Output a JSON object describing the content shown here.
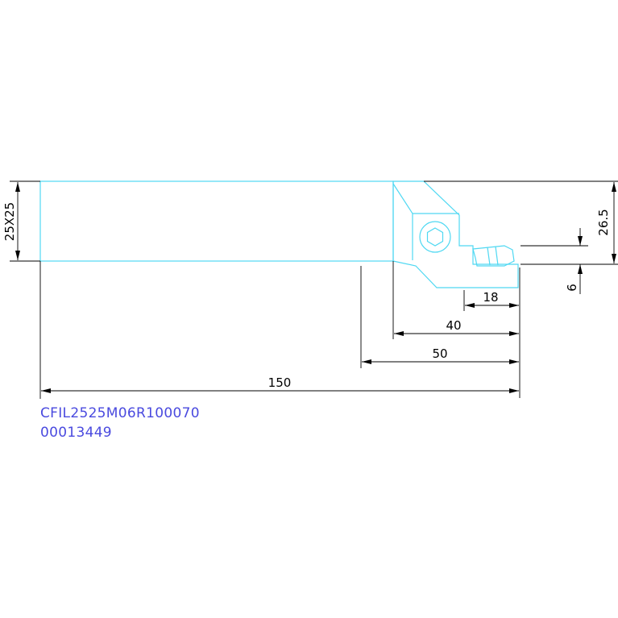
{
  "drawing": {
    "dimensions": {
      "shank_section": "25X25",
      "overall_height": "26.5",
      "cutting_width": "6",
      "groove_depth": "18",
      "head_length": "40",
      "reach_length": "50",
      "overall_length": "150"
    },
    "part_code": "CFIL2525M06R100070",
    "part_number": "00013449",
    "colors": {
      "outline": "#4fd8f2",
      "dimension": "#000000",
      "label_text": "#4a4adf"
    }
  }
}
